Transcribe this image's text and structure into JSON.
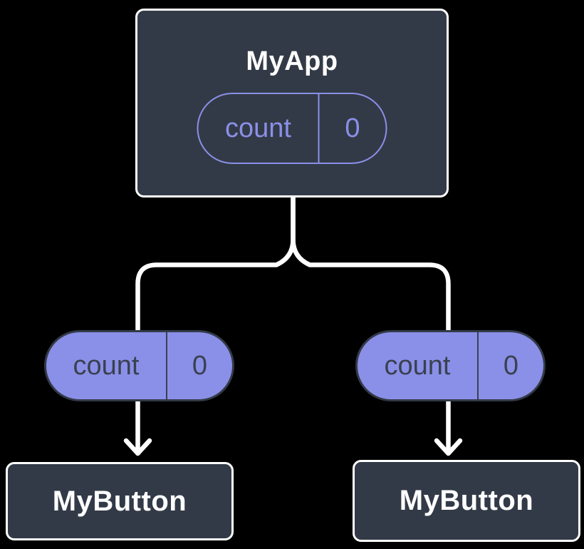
{
  "diagram": {
    "app": {
      "title": "MyApp",
      "state": {
        "label": "count",
        "value": "0"
      }
    },
    "left_branch": {
      "prop": {
        "label": "count",
        "value": "0"
      },
      "child": {
        "title": "MyButton"
      }
    },
    "right_branch": {
      "prop": {
        "label": "count",
        "value": "0"
      },
      "child": {
        "title": "MyButton"
      }
    }
  },
  "colors": {
    "background": "#000000",
    "node_fill": "#333A47",
    "node_border": "#FFFFFF",
    "node_text": "#FFFFFF",
    "accent_purple": "#8A90E8",
    "pill_dark_text": "#3A4150",
    "connector": "#FFFFFF"
  }
}
